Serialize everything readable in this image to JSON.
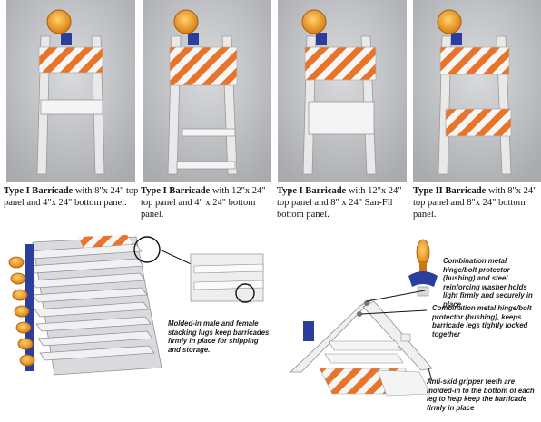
{
  "colors": {
    "orange": "#e8742a",
    "white_panel": "#f4f4f4",
    "leg_white": "#e9e9ea",
    "photo_bg": "#c6c7ca",
    "blue": "#2b3e9b",
    "amber": "#f2a31c"
  },
  "products": [
    {
      "title": "Type I Barricade",
      "desc": " with 8\"x 24\" top panel and 4\"x 24\" bottom panel."
    },
    {
      "title": "Type I Barricade",
      "desc": " with 12\"x 24\" top panel and 4\" x 24\" bottom panel."
    },
    {
      "title": "Type I Barricade",
      "desc": " with 12\"x 24\" top panel and 8\" x 24\" San-Fil bottom panel."
    },
    {
      "title": "Type II Barricade",
      "desc": " with 8\"x 24\" top panel and 8\"x 24\" bottom panel."
    }
  ],
  "callouts": {
    "stacking": "Molded-in male and female stacking lugs keep barricades firmly in place for shipping and storage.",
    "washer": "Combination metal hinge/bolt protector (bushing) and steel reinforcing washer holds light firmly and securely in place",
    "bushing": "Combination metal hinge/bolt protector (bushing), keeps barricade legs tightly locked together",
    "gripper": "Anti-skid gripper teeth are molded-in to the bottom of each leg to help keep the barricade firmly in place"
  }
}
